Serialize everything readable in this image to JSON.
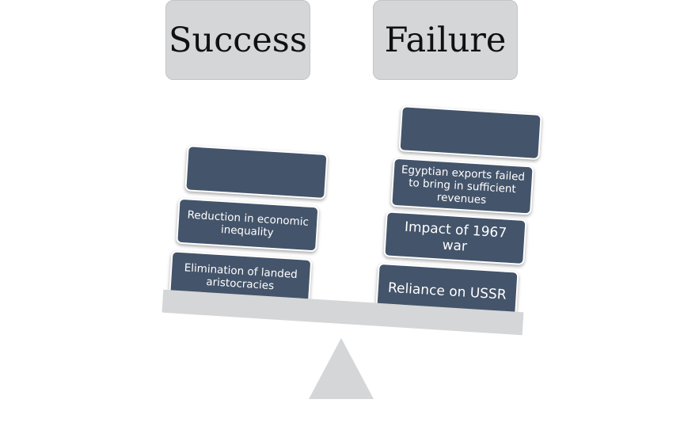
{
  "headers": {
    "success": "Success",
    "failure": "Failure"
  },
  "success_blocks": [
    "",
    "Reduction in economic inequality",
    "Elimination of landed aristocracies"
  ],
  "failure_blocks": [
    "",
    "Egyptian exports failed to bring in sufficient revenues",
    "Impact of 1967 war",
    "Reliance on USSR"
  ],
  "colors": {
    "block_fill": "#44546a",
    "header_fill": "#d5d6d8",
    "beam_fill": "#d5d6d8"
  }
}
